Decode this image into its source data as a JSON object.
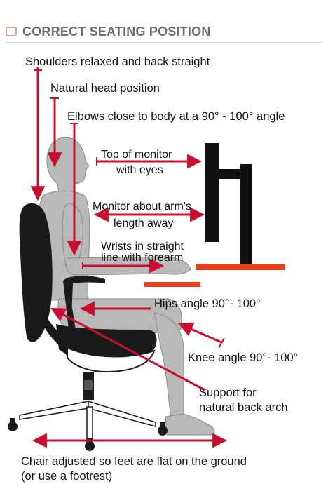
{
  "title": "CORRECT SEATING POSITION",
  "labels": {
    "shoulders": "Shoulders relaxed and back straight",
    "head": "Natural head position",
    "elbows": "Elbows close to body at a 90° - 100° angle",
    "monitor_top_1": "Top of monitor",
    "monitor_top_2": "with eyes",
    "monitor_dist_1": "Monitor about arm's",
    "monitor_dist_2": "length away",
    "wrists_1": "Wrists in straight",
    "wrists_2": "line with forearm",
    "hips": "Hips angle 90°- 100°",
    "knee": "Knee angle 90°- 100°",
    "support_1": "Support for",
    "support_2": "natural back arch",
    "feet_1": "Chair adjusted so feet are flat on the ground",
    "feet_2": "(or use a footrest)"
  },
  "colors": {
    "arrow": "#c8102e",
    "desk": "#e8401c",
    "monitor": "#111111",
    "body": "#b8b8b8",
    "chair": "#1a1a1a",
    "title": "#6f6f6f"
  }
}
